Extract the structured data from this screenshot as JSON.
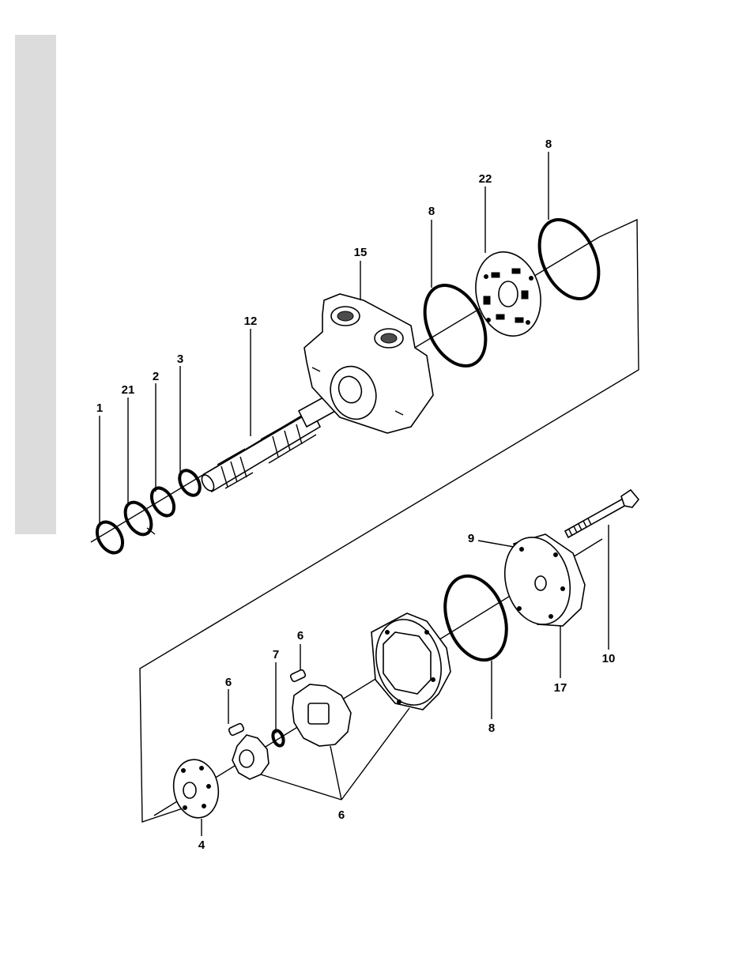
{
  "labels": {
    "p1": "1",
    "p21": "21",
    "p2": "2",
    "p3": "3",
    "p12": "12",
    "p15": "15",
    "p8a": "8",
    "p22": "22",
    "p8b": "8",
    "p9": "9",
    "p10": "10",
    "p17": "17",
    "p8c": "8",
    "p6a": "6",
    "p7": "7",
    "p6b": "6",
    "p6c": "6",
    "p4": "4"
  },
  "colors": {
    "side_tab": "#dcdcdc",
    "ink": "#000000",
    "paper": "#ffffff"
  }
}
